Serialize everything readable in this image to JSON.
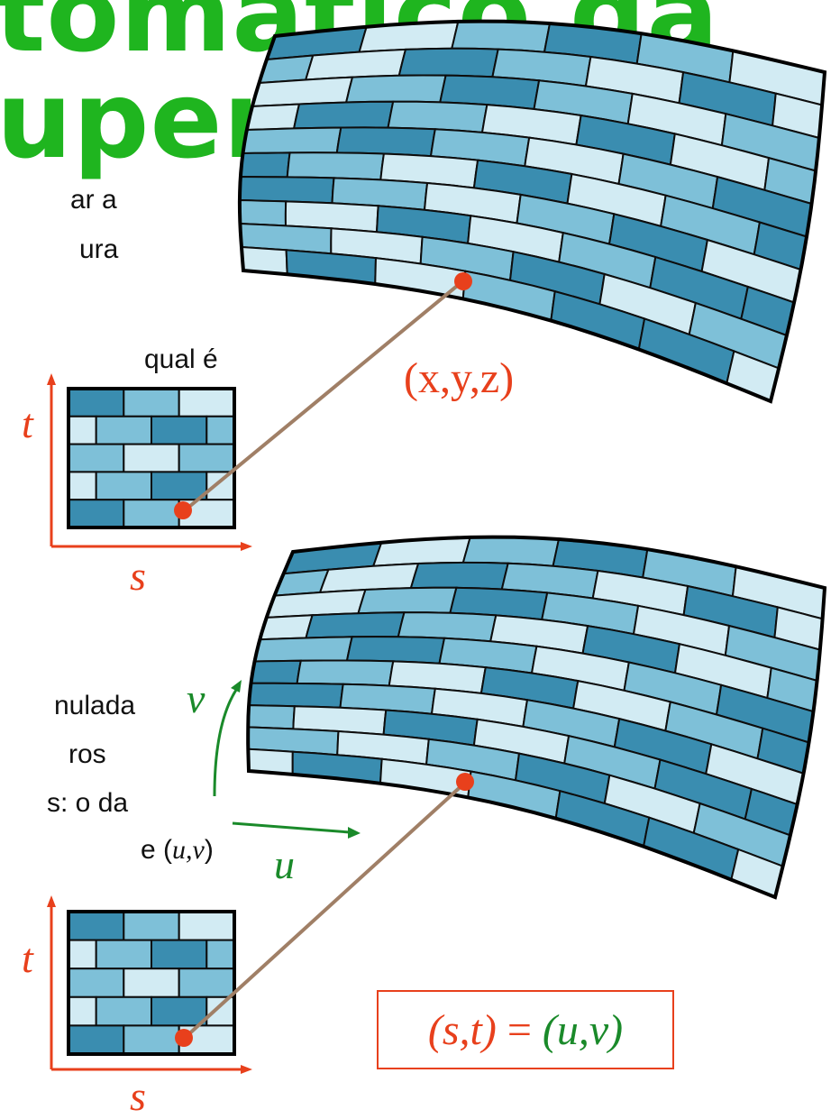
{
  "title": {
    "line1": "tomático da",
    "line2": "uperfíc"
  },
  "text_lines": {
    "t1": "ar a",
    "t2": "ura",
    "t3": "qual é",
    "t4": "nulada",
    "t5": "ros",
    "t6": "s: o da",
    "t7_prefix": "e (",
    "t7_math": "u,v",
    "t7_suffix": ")"
  },
  "labels": {
    "t_top": "t",
    "s_top": "s",
    "xyz": "(x,y,z)",
    "v": "v",
    "u": "u",
    "t_bottom": "t",
    "s_bottom": "s"
  },
  "equation": {
    "lhs": "(s,t)",
    "eq": " = ",
    "rhs": "(u,v)"
  },
  "colors": {
    "title": "#1fb51f",
    "axis": "#e8401c",
    "param": "#1a8a2a",
    "mapping_line": "#a07f66",
    "point": "#e8401c",
    "brick_dark": "#3a8db0",
    "brick_mid": "#7ec0d8",
    "brick_light": "#d2ebf3"
  }
}
